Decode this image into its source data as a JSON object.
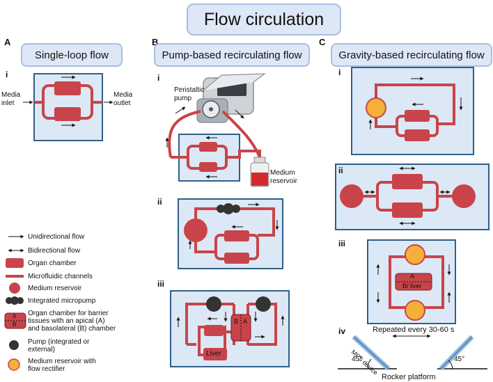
{
  "title": "Flow circulation",
  "panels": {
    "a": {
      "letter": "A",
      "header": "Single-loop flow",
      "roman_i": "i",
      "inlet": "Media\ninlet",
      "outlet": "Media\noutlet"
    },
    "b": {
      "letter": "B",
      "header": "Pump-based recirculating flow",
      "roman_i": "i",
      "roman_ii": "ii",
      "roman_iii": "iii",
      "pump_label": "Peristaltic\npump",
      "reservoir_label": "Medium\nreservoir",
      "b_letter": "B",
      "a_letter": "A",
      "liver": "Liver"
    },
    "c": {
      "letter": "C",
      "header": "Gravity-based recirculating flow",
      "roman_i": "i",
      "roman_ii": "ii",
      "roman_iii": "iii",
      "roman_iv": "iv",
      "a_letter": "A",
      "b_liver": "B/ liver",
      "repeated": "Repeated every 30-60 s",
      "mps": "MPS device",
      "angle_left": "45°",
      "angle_right": "45°",
      "rocker": "Rocker platform"
    }
  },
  "legend": [
    {
      "key": "unidirectional",
      "text": "Unidirectional flow"
    },
    {
      "key": "bidirectional",
      "text": "Bidirectional flow"
    },
    {
      "key": "organ-chamber",
      "text": "Organ chamber"
    },
    {
      "key": "microfluidic",
      "text": "Microfluidic channels"
    },
    {
      "key": "medium-reservoir",
      "text": "Medium reservoir"
    },
    {
      "key": "micropump",
      "text": "Integrated micropump"
    },
    {
      "key": "barrier",
      "text": "Organ chamber for barrier\ntissues with an apical (A)\nand basolateral (B) chamber",
      "a": "A",
      "b": "B"
    },
    {
      "key": "pump",
      "text": "Pump (integrated or\nexternal)"
    },
    {
      "key": "rectifier",
      "text": "Medium reservoir with\nflow rectifier"
    }
  ],
  "colors": {
    "red": "#c8444a",
    "light_box": "#dce8f5",
    "box_border": "#2f5f8a",
    "orange": "#f5b03a",
    "dark": "#333333",
    "header_fill": "#dde7f6"
  }
}
